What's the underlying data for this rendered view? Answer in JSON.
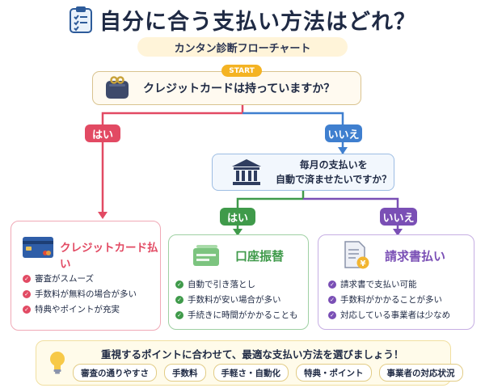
{
  "title": "自分に合う支払い方法はどれ？",
  "subtitle": "カンタン診断フローチャート",
  "start_label": "START",
  "question1": "クレジットカードは持っていますか？",
  "q1_yes": "はい",
  "q1_no": "いいえ",
  "question2_line1": "毎月の支払いを",
  "question2_line2": "自動で済ませたいですか？",
  "q2_yes": "はい",
  "q2_no": "いいえ",
  "cards": [
    {
      "title": "クレジットカード払い",
      "accent": "#e24a63",
      "bullets": [
        "審査がスムーズ",
        "手数料が無料の場合が多い",
        "特典やポイントが充実"
      ]
    },
    {
      "title": "口座振替",
      "accent": "#3f9a4a",
      "bullets": [
        "自動で引き落とし",
        "手数料が安い場合が多い",
        "手続きに時間がかかることも"
      ]
    },
    {
      "title": "請求書払い",
      "accent": "#7a4fb5",
      "bullets": [
        "請求書で支払い可能",
        "手数料がかかることが多い",
        "対応している事業者は少なめ"
      ]
    }
  ],
  "footer": {
    "message": "重視するポイントに合わせて、最適な支払い方法を選びましょう！",
    "tags": [
      "審査の通りやすさ",
      "手数料",
      "手軽さ・自動化",
      "特典・ポイント",
      "事業者の対応状況"
    ]
  },
  "colors": {
    "yes": "#e24a63",
    "no_blue": "#3f7fcf",
    "yes_green": "#3f9a4a",
    "no_purple": "#7a4fb5",
    "start": "#f4b323"
  }
}
